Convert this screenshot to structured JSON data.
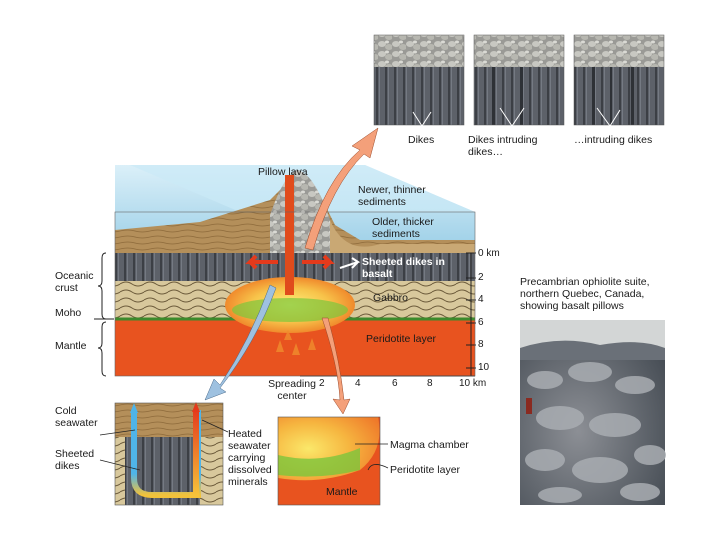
{
  "top_panels": {
    "labels": [
      "Dikes",
      "Dikes intruding dikes…",
      "…intruding dikes"
    ]
  },
  "main_diagram": {
    "labels": {
      "pillow_lava": "Pillow lava",
      "newer_sediments": "Newer, thinner sediments",
      "older_sediments": "Older, thicker sediments",
      "sheeted_dikes": "Sheeted dikes in basalt",
      "gabbro": "Gabbro",
      "peridotite": "Peridotite layer",
      "oceanic_crust": "Oceanic crust",
      "moho": "Moho",
      "mantle": "Mantle",
      "spreading_center": "Spreading center"
    },
    "depth_ticks": [
      "0 km",
      "2",
      "4",
      "6",
      "8",
      "10"
    ],
    "distance_ticks": [
      "2",
      "4",
      "6",
      "8",
      "10 km"
    ]
  },
  "inset_left": {
    "labels": {
      "cold_seawater": "Cold seawater",
      "sheeted_dikes": "Sheeted dikes",
      "heated_seawater": "Heated seawater carrying dissolved minerals"
    }
  },
  "inset_magma": {
    "labels": {
      "magma_chamber": "Magma chamber",
      "peridotite": "Peridotite layer",
      "mantle": "Mantle"
    }
  },
  "photo": {
    "caption": "Precambrian ophiolite suite, northern Quebec, Canada, showing basalt pillows"
  },
  "colors": {
    "seawater": "#9fd3ea",
    "sediment": "#b89660",
    "dikes": "#5a5f66",
    "gabbro": "#d9c79a",
    "peridotite": "#e8501e",
    "magma": "#f2a640"
  }
}
